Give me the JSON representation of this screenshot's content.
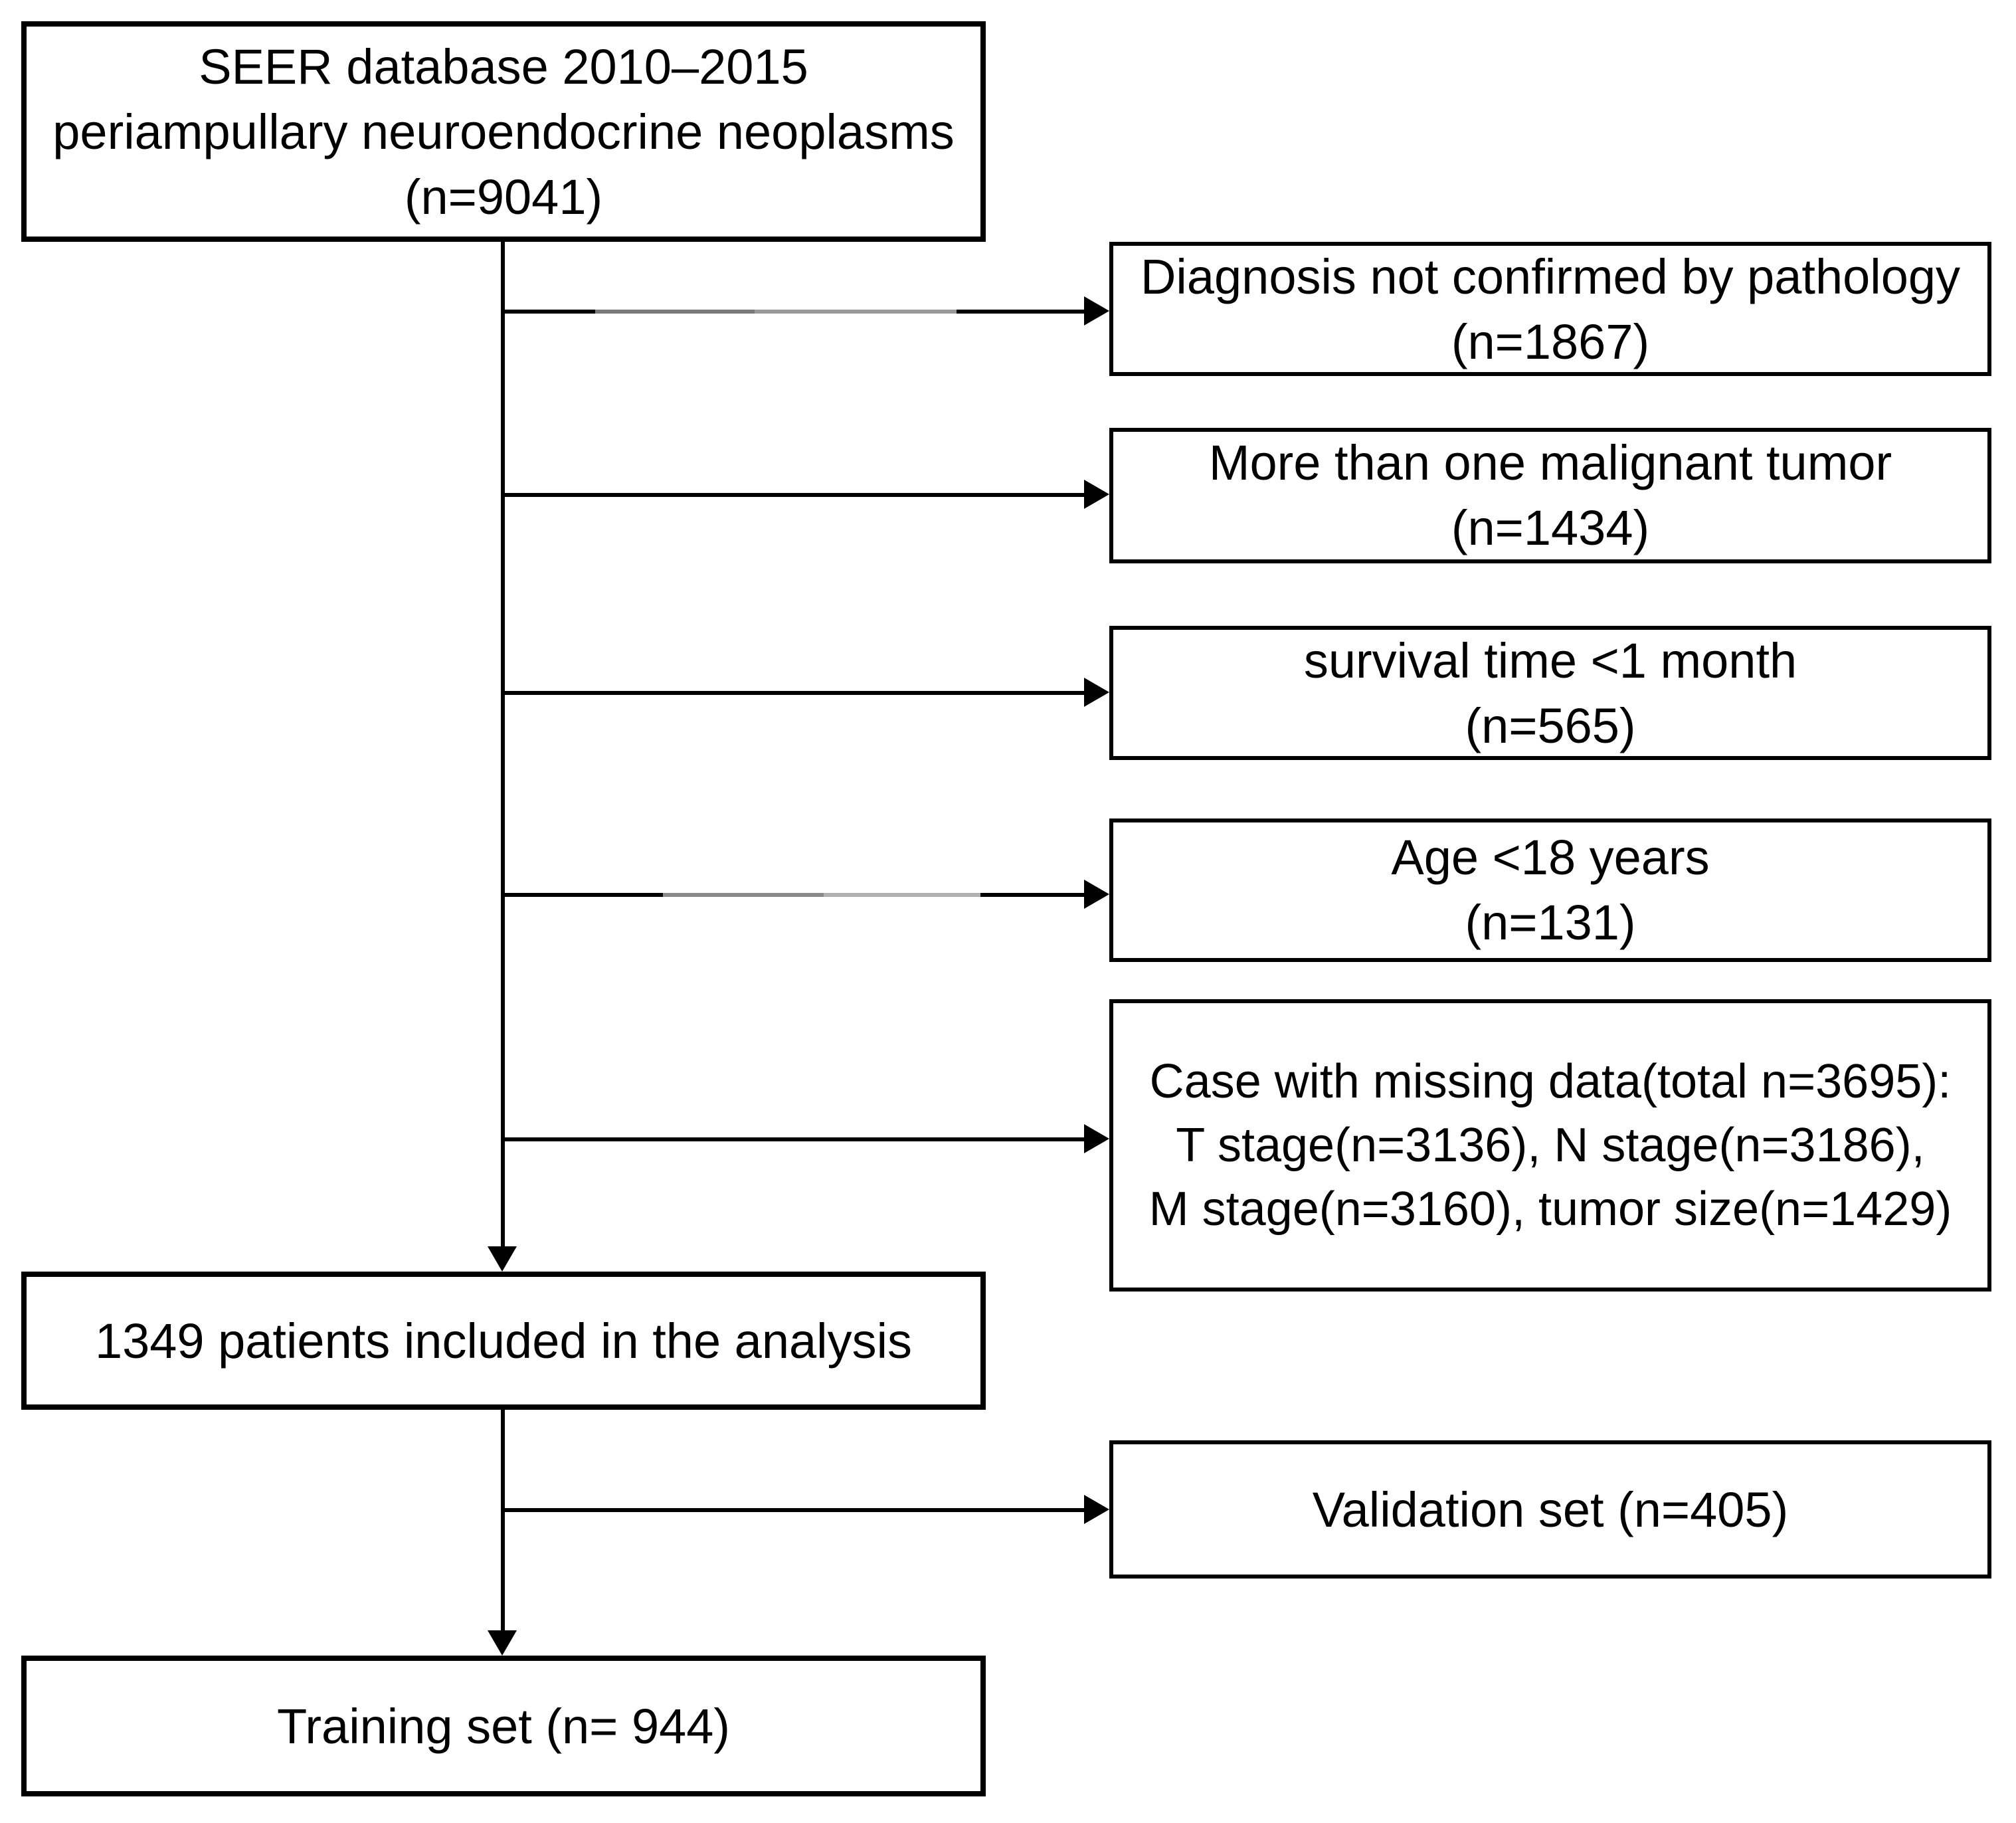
{
  "figure": {
    "type": "patient-selection-flowchart",
    "colors": {
      "background": "#ffffff",
      "line": "#000000",
      "faded_segment_dark": "#7a7a7a",
      "faded_segment_mid": "#9a9a9a",
      "faded_segment_light": "#b0b0b0"
    },
    "source": {
      "line1": "SEER database 2010–2015",
      "line2": "periampullary neuroendocrine neoplasms",
      "line3": "(n=9041)"
    },
    "exclusions": [
      {
        "line1": "Diagnosis not confirmed by pathology",
        "line2": "(n=1867)"
      },
      {
        "line1": "More than one malignant tumor",
        "line2": "(n=1434)"
      },
      {
        "line1": "survival time <1 month",
        "line2": "(n=565)"
      },
      {
        "line1": "Age <18 years",
        "line2": "(n=131)"
      },
      {
        "line1": "Case with missing data(total n=3695):",
        "line2": "T stage(n=3136), N stage(n=3186),",
        "line3": "M stage(n=3160), tumor size(n=1429)"
      }
    ],
    "included": {
      "line1": "1349 patients included in the analysis"
    },
    "validation": {
      "line1": "Validation set (n=405)"
    },
    "training": {
      "line1": "Training set (n= 944)"
    }
  }
}
